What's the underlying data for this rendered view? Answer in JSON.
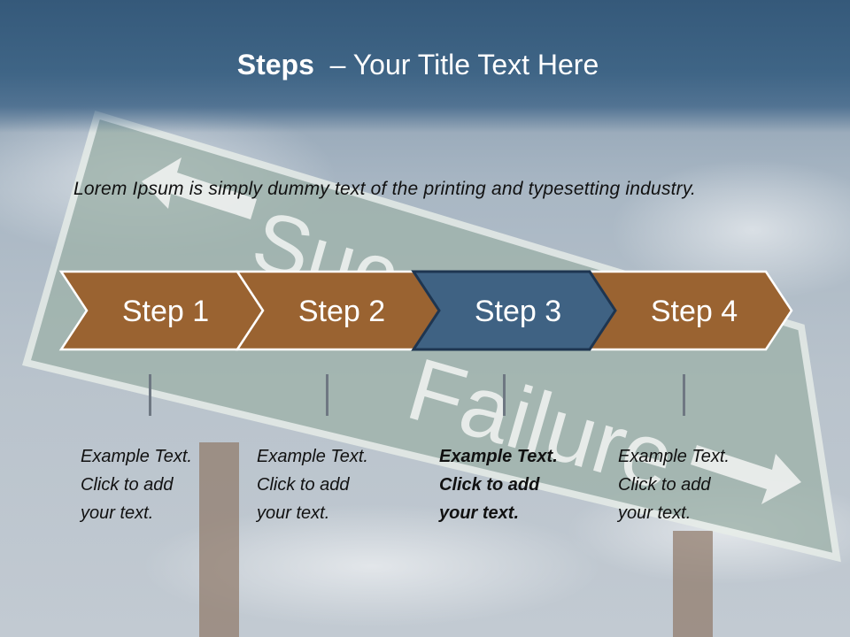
{
  "slide": {
    "title_bold": "Steps",
    "title_rest": "– Your Title Text Here",
    "intro": "Lorem Ipsum is simply dummy text of the printing and typesetting industry.",
    "background": {
      "sign_text_1": "Suc",
      "sign_text_2": "Failure"
    },
    "steps": [
      {
        "label": "Step 1",
        "color": "#9a6331",
        "lines": [
          "Example Text.",
          "Click  to add",
          "your text."
        ],
        "bold": false
      },
      {
        "label": "Step 2",
        "color": "#9a6331",
        "lines": [
          "Example Text.",
          "Click  to add",
          "your text."
        ],
        "bold": false
      },
      {
        "label": "Step 3",
        "color": "#3f6283",
        "lines": [
          "Example Text.",
          "Click  to add",
          "your text."
        ],
        "bold": true
      },
      {
        "label": "Step 4",
        "color": "#9a6331",
        "lines": [
          "Example Text.",
          "Click  to add",
          "your text."
        ],
        "bold": false
      }
    ],
    "colors": {
      "title_band": "#3f6586",
      "arrow_brown": "#9a6331",
      "arrow_blue": "#3f6283",
      "arrow_outline": "#ffffff"
    }
  }
}
